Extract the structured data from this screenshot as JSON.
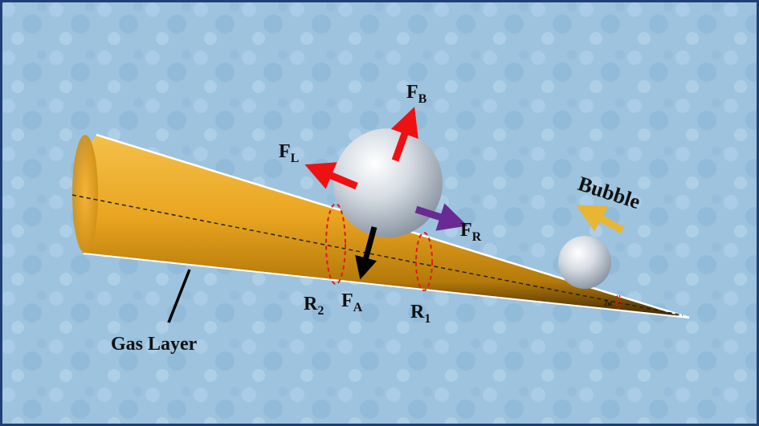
{
  "labels": {
    "force_buoyancy": "F",
    "force_buoyancy_sub": "B",
    "force_lift": "F",
    "force_lift_sub": "L",
    "force_resist": "F",
    "force_resist_sub": "R",
    "force_adhesion": "F",
    "force_adhesion_sub": "A",
    "radius_2": "R",
    "radius_2_sub": "2",
    "radius_1": "R",
    "radius_1_sub": "1",
    "angle": "2α",
    "bubble": "Bubble",
    "gas_layer": "Gas Layer"
  },
  "colors": {
    "background": "#9dc3df",
    "frame": "#1f3f75",
    "cone_light": "#f2b632",
    "cone_dark": "#7a4f00",
    "arrow_red": "#ee1111",
    "arrow_purple": "#6a2a93",
    "arrow_black": "#000000",
    "arrow_yellow": "#e8b633",
    "dashed_red": "#e01a1a"
  },
  "icons": [
    "force-arrow-icon",
    "motion-arrow-icon"
  ]
}
